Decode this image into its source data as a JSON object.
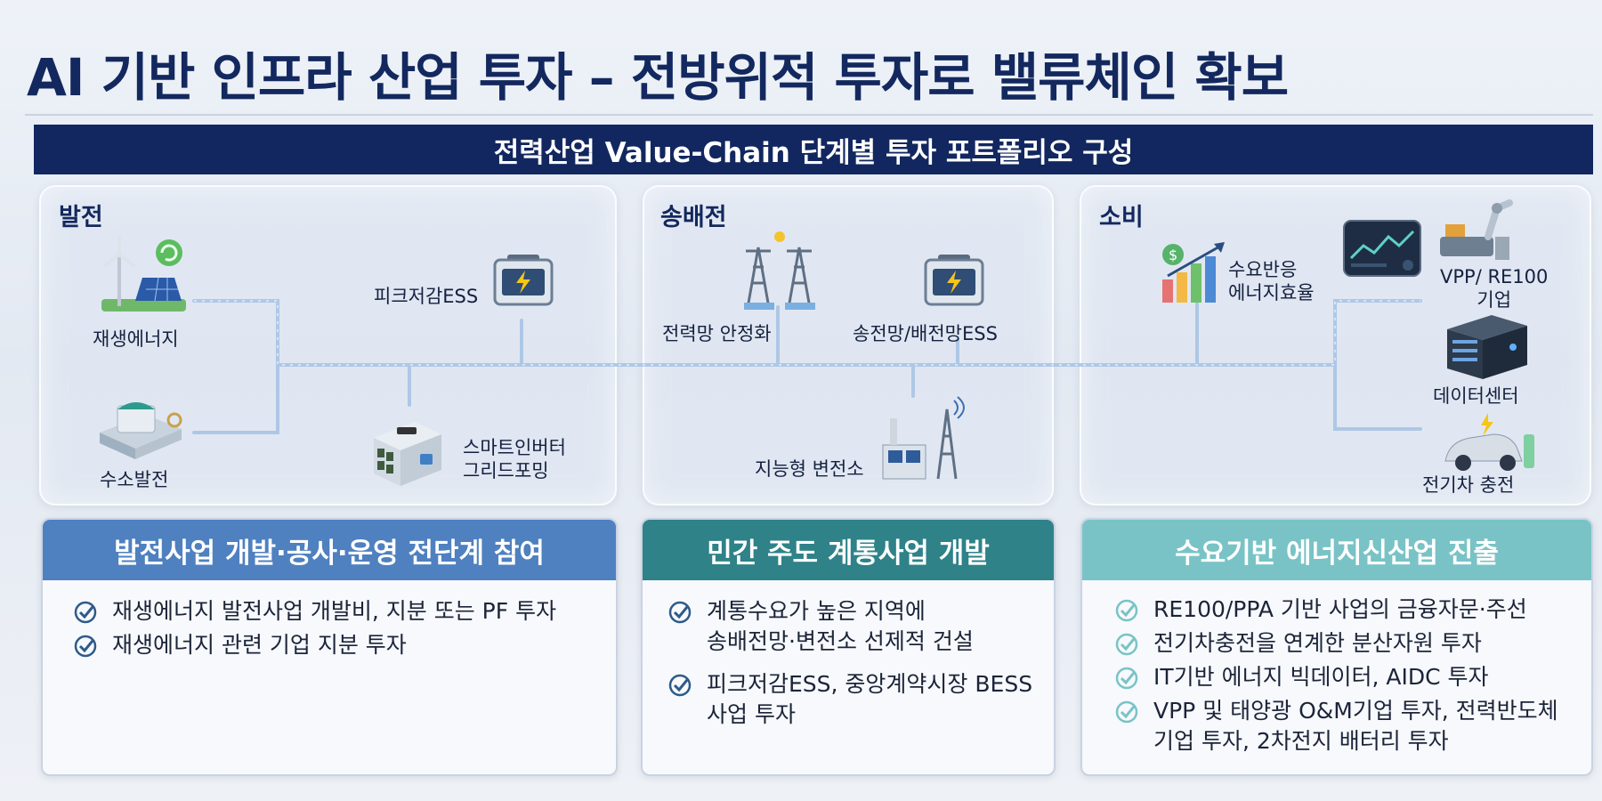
{
  "title": "AI 기반 인프라 산업 투자 – 전방위적 투자로 밸류체인 확보",
  "banner": "전력산업 Value-Chain 단계별 투자 포트폴리오 구성",
  "sections": [
    {
      "title": "발전",
      "nodes": [
        "재생에너지",
        "수소발전",
        "피크저감ESS",
        "스마트인버터\n그리드포밍"
      ]
    },
    {
      "title": "송배전",
      "nodes": [
        "전력망 안정화",
        "송전망/배전망ESS",
        "지능형 변전소"
      ]
    },
    {
      "title": "소비",
      "nodes": [
        "수요반응\n에너지효율",
        "VPP/ RE100\n기업",
        "데이터센터",
        "전기차 충전"
      ]
    }
  ],
  "cards": [
    {
      "heading": "발전사업 개발·공사·운영 전단계 참여",
      "color": "#4f80c0",
      "items": [
        [
          "재생에너지 발전사업 개발비, 지분 또는 PF 투자"
        ],
        [
          "재생에너지 관련 기업 지분 투자"
        ]
      ]
    },
    {
      "heading": "민간 주도 계통사업 개발",
      "color": "#2e8288",
      "items": [
        [
          "계통수요가 높은 지역에",
          "송배전망·변전소 선제적 건설"
        ],
        [
          "피크저감ESS, 중앙계약시장 BESS",
          "사업 투자"
        ]
      ]
    },
    {
      "heading": "수요기반 에너지신산업 진출",
      "color": "#79c3c6",
      "items": [
        [
          "RE100/PPA 기반 사업의 금융자문·주선"
        ],
        [
          "전기차충전을 연계한 분산자원 투자"
        ],
        [
          "IT기반 에너지 빅데이터, AIDC 투자"
        ],
        [
          "VPP 및 태양광 O&M기업 투자, 전력반도체",
          "기업 투자, 2차전지 배터리 투자"
        ]
      ]
    }
  ],
  "colors": {
    "navy": "#12275f",
    "wire": "#8fb3d8",
    "check": "#2e5a8a"
  }
}
